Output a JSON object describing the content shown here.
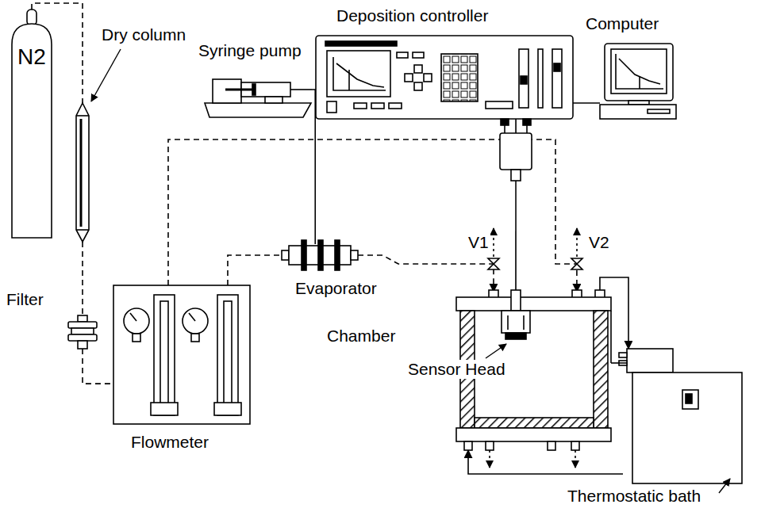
{
  "diagram": {
    "nodes": [
      {
        "text": [
          "N2"
        ]
      },
      {
        "text": [
          "Dry column"
        ]
      },
      {
        "text": [
          "Filter"
        ]
      },
      {
        "text": [
          "Flowmeter"
        ]
      },
      {
        "text": [
          "Syringe pump"
        ]
      },
      {
        "text": [
          "Evaporator"
        ]
      },
      {
        "text": [
          "Deposition controller"
        ]
      },
      {
        "text": [
          "Computer"
        ]
      },
      {
        "text": [
          "Chamber"
        ]
      },
      {
        "text": [
          "Sensor Head"
        ],
        "in": 8
      },
      {
        "text": [
          "Thermostatic bath"
        ]
      }
    ],
    "edges": [
      {
        "from": 0,
        "to": 1,
        "arrow": "none"
      },
      {
        "from": 1,
        "to": 2,
        "arrow": "none"
      },
      {
        "from": 2,
        "to": 3,
        "arrow": "none"
      },
      {
        "from": 3,
        "to": 5,
        "arrow": "none"
      },
      {
        "from": 4,
        "to": 5,
        "arrow": "none"
      },
      {
        "from": 5,
        "to": 8,
        "label": "V1",
        "arrow": "to"
      },
      {
        "from": 3,
        "to": 8,
        "label": "V2",
        "arrow": "to"
      },
      {
        "from": 6,
        "to": 7,
        "arrow": "none"
      },
      {
        "from": 6,
        "to": 9,
        "arrow": "none"
      },
      {
        "from": 8,
        "to": 10,
        "arrow": "to"
      },
      {
        "from": 10,
        "to": 8,
        "arrow": "to"
      }
    ]
  }
}
